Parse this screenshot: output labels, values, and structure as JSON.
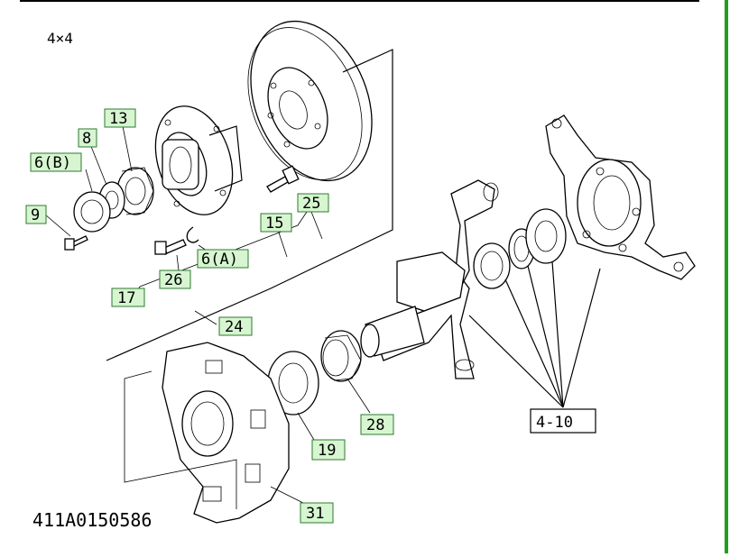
{
  "diagram": {
    "variant_label": "4×4",
    "figure_code": "411A0150586",
    "callouts": {
      "c13": "13",
      "c8": "8",
      "c6b": "6(B)",
      "c9": "9",
      "c15": "15",
      "c25": "25",
      "c6a": "6(A)",
      "c26": "26",
      "c17": "17",
      "c24": "24",
      "c410": "4-10",
      "c28": "28",
      "c19": "19",
      "c31": "31"
    },
    "colors": {
      "callout_fill": "#d6f5d0",
      "callout_border": "#2f7a2f",
      "frame_right": "#1ea01e"
    }
  }
}
